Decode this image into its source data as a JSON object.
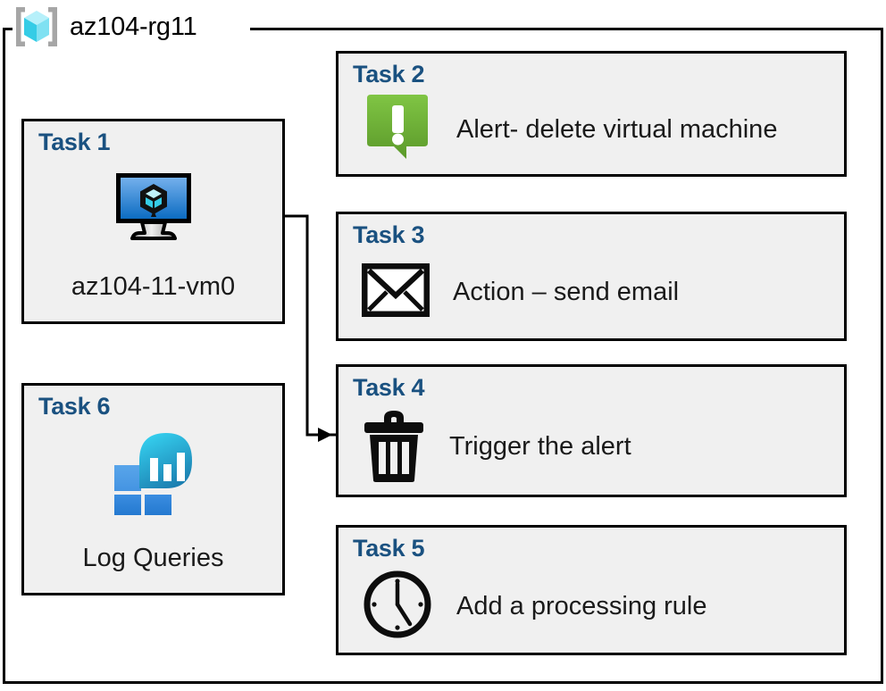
{
  "diagram": {
    "title": "az104-rg11",
    "container_icon": "resource-group-icon",
    "colors": {
      "task_label": "#1a5180",
      "box_fill": "#f0f0f0",
      "border": "#000000",
      "vm_screen_top": "#6aa9e9",
      "vm_screen_bottom": "#0d6fc4",
      "alert_green_top": "#7fc241",
      "alert_green_bottom": "#5d9c2b",
      "log_blue_light": "#4d9ae8",
      "log_blue_dark": "#2a7fd4",
      "log_teal_top": "#31c9e8",
      "log_teal_bottom": "#1d7fb0",
      "rg_cube_cyan": "#8fe9f7"
    },
    "tasks": [
      {
        "id": "task1",
        "label": "Task 1",
        "caption": "az104-11-vm0",
        "icon": "virtual-machine-icon",
        "layout": "vertical"
      },
      {
        "id": "task2",
        "label": "Task 2",
        "text": "Alert- delete virtual machine",
        "icon": "alert-bubble-icon",
        "layout": "horizontal"
      },
      {
        "id": "task3",
        "label": "Task 3",
        "text": "Action – send email",
        "icon": "envelope-icon",
        "layout": "horizontal"
      },
      {
        "id": "task4",
        "label": "Task 4",
        "text": "Trigger the alert",
        "icon": "trash-can-icon",
        "layout": "horizontal"
      },
      {
        "id": "task5",
        "label": "Task 5",
        "text": "Add a processing rule",
        "icon": "clock-icon",
        "layout": "horizontal"
      },
      {
        "id": "task6",
        "label": "Task 6",
        "caption": "Log Queries",
        "icon": "log-analytics-icon",
        "layout": "vertical"
      }
    ],
    "connectors": [
      {
        "name": "vm-to-task4-arrow",
        "from": "task1",
        "to": "task4",
        "arrowhead": "right"
      }
    ]
  }
}
